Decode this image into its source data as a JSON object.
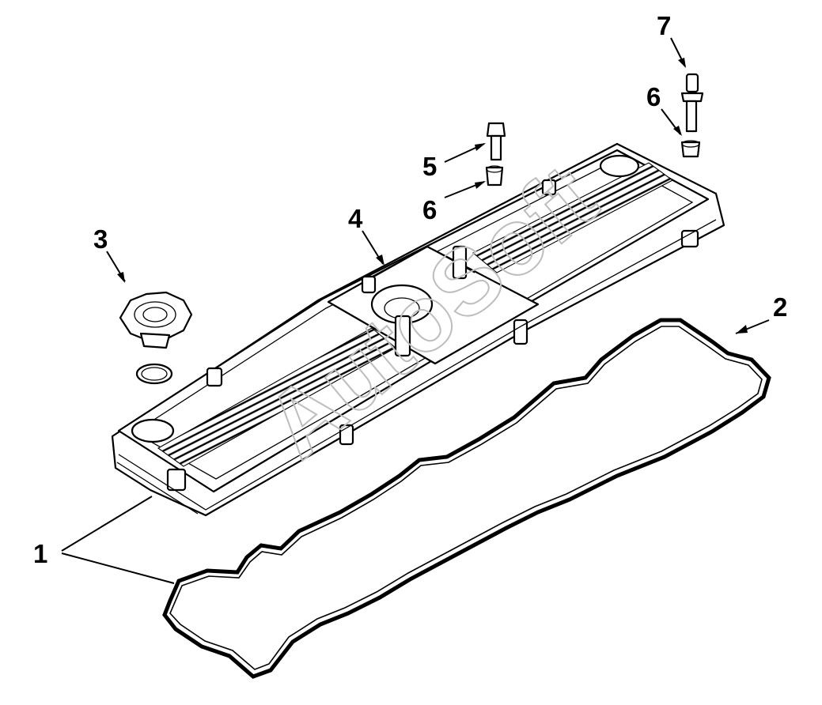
{
  "diagram": {
    "callouts": {
      "c1": "1",
      "c2": "2",
      "c3": "3",
      "c4": "4",
      "c5": "5",
      "c6a": "6",
      "c6b": "6",
      "c7": "7"
    },
    "watermark_text": "AutoSoft",
    "line_color": "#000000",
    "watermark_color": "#bdbdbd"
  }
}
